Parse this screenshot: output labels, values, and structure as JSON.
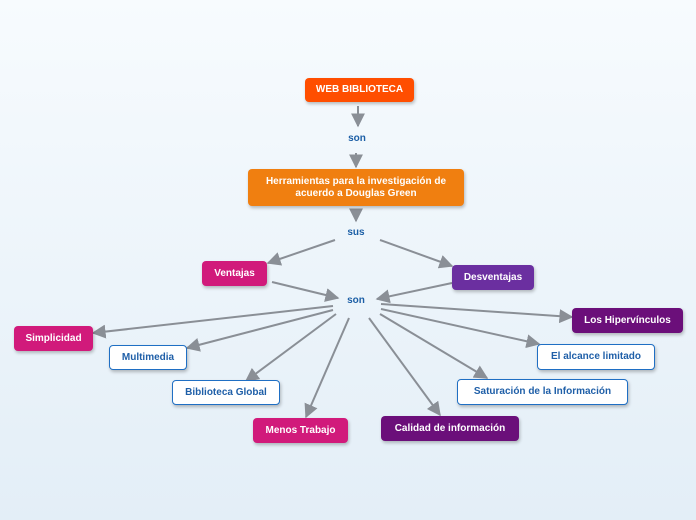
{
  "colors": {
    "orange_red": "#ff4e00",
    "orange": "#f07f10",
    "magenta": "#d11a7b",
    "purple_dark": "#5b1f8a",
    "purple": "#6b2fa0",
    "outline_blue": "#1f6fc4",
    "text_blue": "#1c5fa6",
    "arrow_gray": "#8a8f96"
  },
  "nodes": {
    "web_biblioteca": "WEB BIBLIOTECA",
    "herramientas": "Herramientas para la investigación de acuerdo a Douglas Green",
    "ventajas": "Ventajas",
    "desventajas": "Desventajas",
    "simplicidad": "Simplicidad",
    "multimedia": "Multimedia",
    "biblioteca_global": "Biblioteca Global",
    "menos_trabajo": "Menos Trabajo",
    "calidad": "Calidad de información",
    "saturacion": "Saturación de la Información",
    "alcance": "El alcance limitado",
    "hipervinculos": "Los Hipervínculos"
  },
  "links": {
    "son_1": "son",
    "sus": "sus",
    "son_2": "son"
  }
}
